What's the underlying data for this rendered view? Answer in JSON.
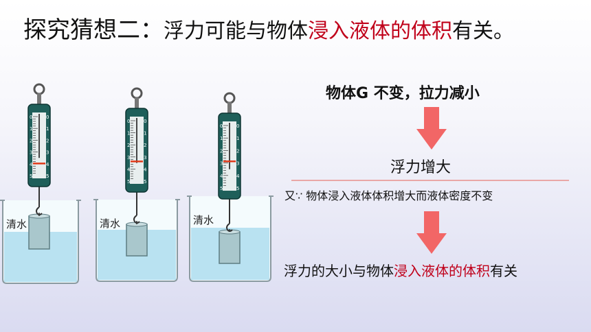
{
  "title": {
    "prefix": "探究猜想二：",
    "middle": "浮力可能与物体",
    "highlight": "浸入液体的体积",
    "suffix": "有关。"
  },
  "right": {
    "statement1": "物体G 不变，拉力减小",
    "statement2": "浮力增大",
    "reason": "又∵ 物体浸入液体体积增大而液体密度不变",
    "conclusion_prefix": "浮力的大小与物体",
    "conclusion_highlight": "浸入液体的体积",
    "conclusion_suffix": "有关"
  },
  "beakers": [
    {
      "label": "清水"
    },
    {
      "label": "清水"
    },
    {
      "label": "清水"
    }
  ],
  "scale_ticks": [
    "0",
    "1",
    "2",
    "3",
    "4",
    "5"
  ],
  "colors": {
    "accent_red": "#c0001a",
    "arrow_red": "#f26666",
    "scale_green": "#1f5f5a",
    "water_blue": "#aadcee"
  }
}
